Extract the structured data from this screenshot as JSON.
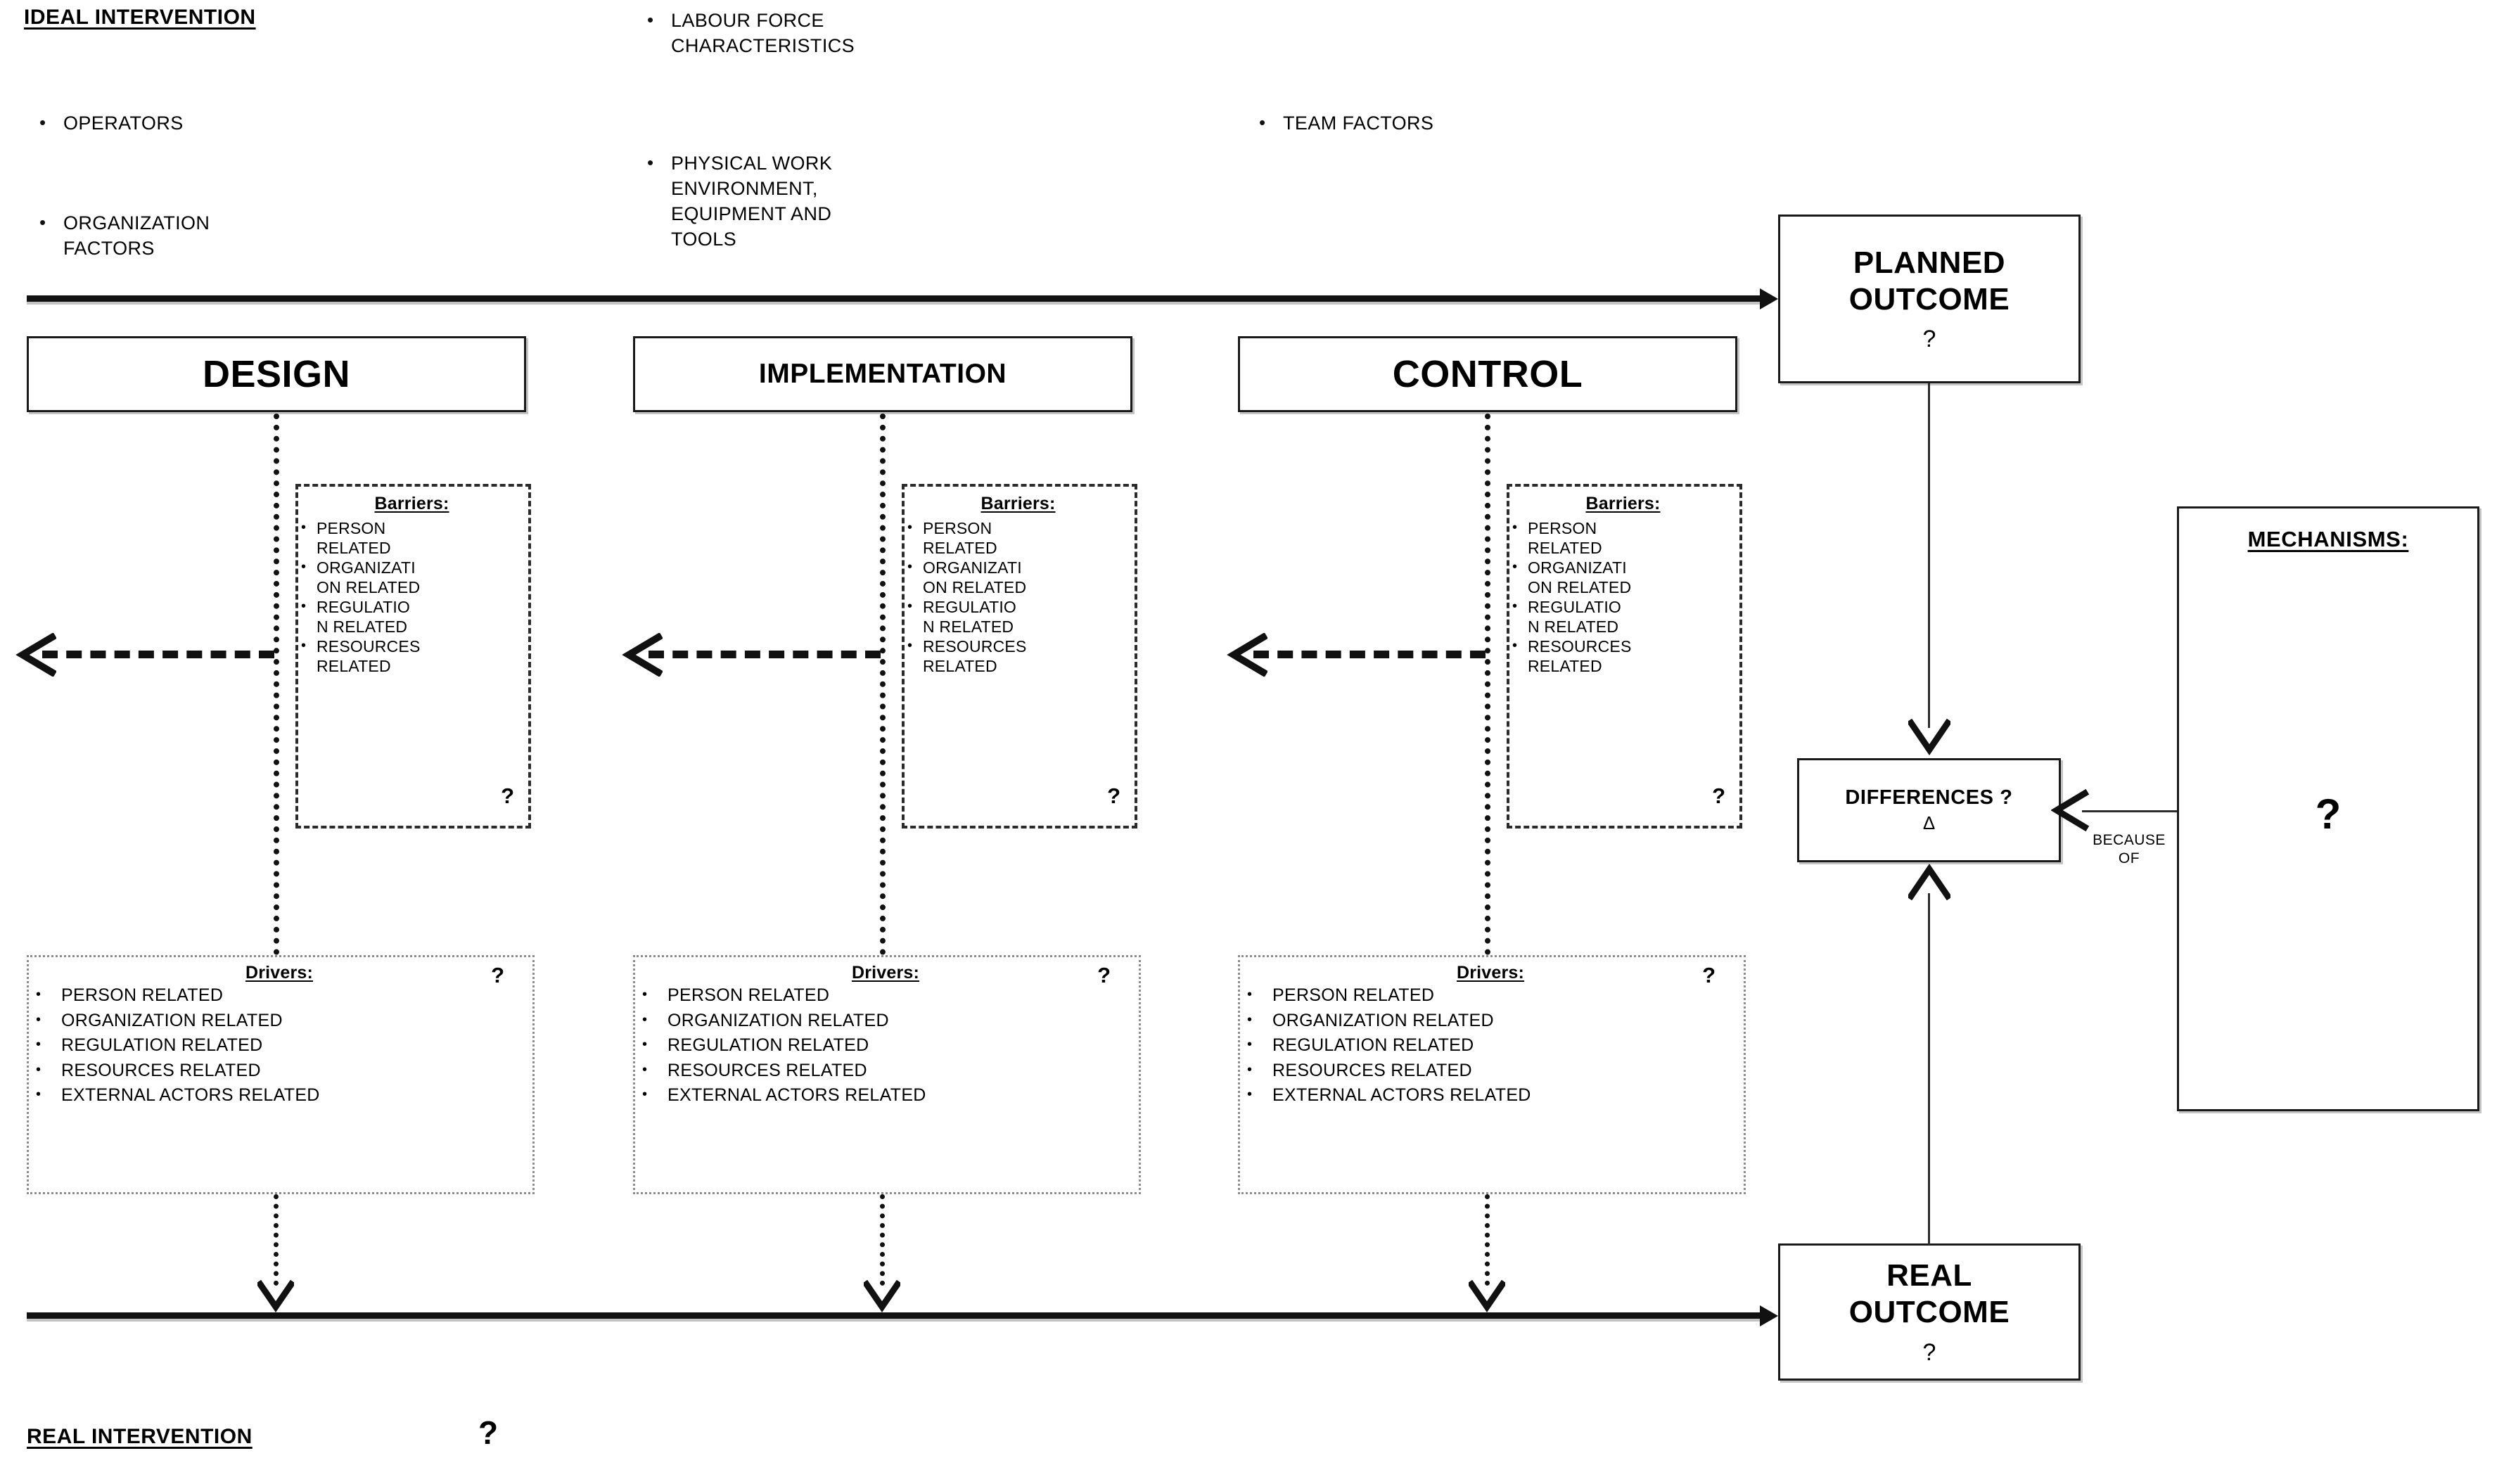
{
  "top": {
    "ideal_intervention_label": "IDEAL INTERVENTION",
    "factors": [
      {
        "text": "OPERATORS"
      },
      {
        "text": "ORGANIZATION\nFACTORS"
      },
      {
        "text": "LABOUR FORCE\nCHARACTERISTICS"
      },
      {
        "text": "PHYSICAL WORK\nENVIRONMENT,\nEQUIPMENT AND\nTOOLS"
      },
      {
        "text": "TEAM FACTORS"
      }
    ],
    "bullet_glyph": "•"
  },
  "bottom": {
    "real_intervention_label": "REAL INTERVENTION",
    "real_intervention_question": "?"
  },
  "phases": [
    {
      "id": "design",
      "label": "DESIGN"
    },
    {
      "id": "implementation",
      "label": "IMPLEMENTATION"
    },
    {
      "id": "control",
      "label": "CONTROL"
    }
  ],
  "barriers": {
    "title": "Barriers:",
    "items": [
      "PERSON\nRELATED",
      "ORGANIZATI\nON RELATED",
      "REGULATIO\nN RELATED",
      "RESOURCES\nRELATED"
    ],
    "question": "?",
    "bullet_glyph": "•"
  },
  "drivers": {
    "title": "Drivers:",
    "items": [
      "PERSON RELATED",
      "ORGANIZATION RELATED",
      "REGULATION RELATED",
      "RESOURCES RELATED",
      "EXTERNAL ACTORS RELATED"
    ],
    "question": "?",
    "bullet_glyph": "•"
  },
  "outcomes": {
    "planned": {
      "line1": "PLANNED",
      "line2": "OUTCOME",
      "question": "?"
    },
    "real": {
      "line1": "REAL",
      "line2": "OUTCOME",
      "question": "?"
    }
  },
  "differences": {
    "label": "DIFFERENCES ?",
    "symbol": "Δ"
  },
  "mechanisms": {
    "title": "MECHANISMS:",
    "question": "?"
  },
  "because_of": {
    "line1": "BECAUSE",
    "line2": "OF"
  },
  "colors": {
    "ink": "#111111",
    "box_border": "#1a1a1a",
    "dashed_border": "#2b2b2b",
    "dotted_border": "#8c8c8c",
    "connector": "#2c2c2c",
    "background": "#ffffff"
  }
}
